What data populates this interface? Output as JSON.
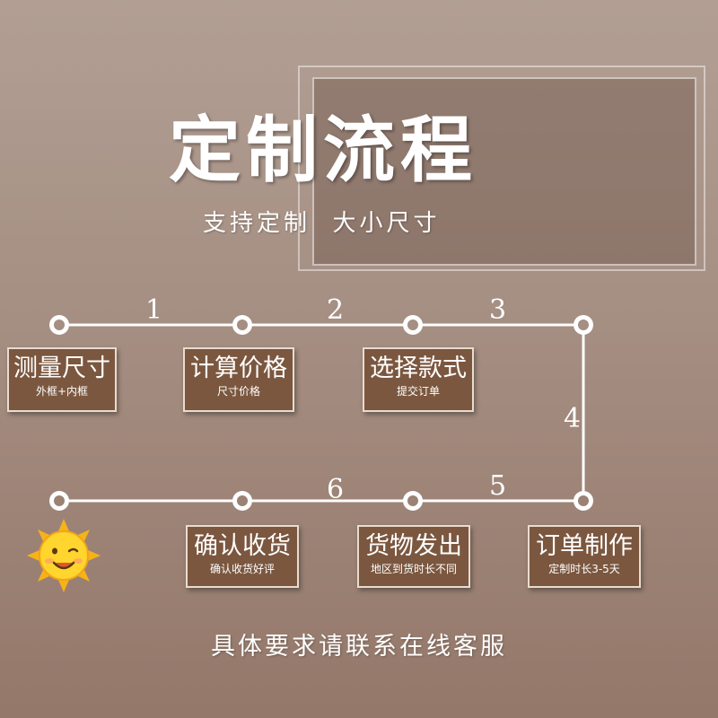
{
  "header": {
    "title": "定制流程",
    "subtitle": "支持定制  大小尺寸"
  },
  "flow": {
    "step_numbers": [
      "1",
      "2",
      "3",
      "4",
      "5",
      "6"
    ],
    "steps": [
      {
        "main": "测量尺寸",
        "sub": "外框+内框"
      },
      {
        "main": "计算价格",
        "sub": "尺寸价格"
      },
      {
        "main": "选择款式",
        "sub": "提交订单"
      },
      {
        "main": "订单制作",
        "sub": "定制时长3-5天"
      },
      {
        "main": "货物发出",
        "sub": "地区到货时长不同"
      },
      {
        "main": "确认收货",
        "sub": "确认收货好评"
      }
    ]
  },
  "footer": {
    "text": "具体要求请联系在线客服"
  },
  "colors": {
    "box_fill": "#7b573f",
    "box_border": "#e9dccf",
    "line": "#ffffff"
  },
  "icons": {
    "smiley": "smiling-sun-icon"
  }
}
